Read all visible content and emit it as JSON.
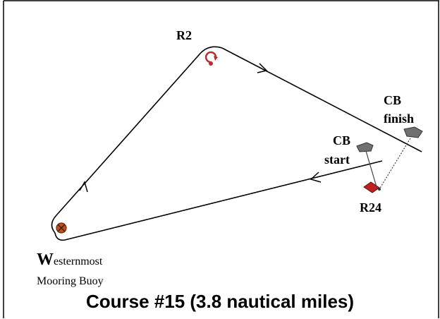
{
  "marks": {
    "r2": "R2",
    "r24": "R24",
    "cb_finish_line1": "CB",
    "cb_finish_line2": "finish",
    "cb_start_line1": "CB",
    "cb_start_line2": "start",
    "westernmost_initial": "W",
    "westernmost_rest": "esternmost",
    "mooring_buoy": "Mooring Buoy"
  },
  "caption": "Course #15 (3.8 nautical miles)",
  "colors": {
    "frame": "#000000",
    "course_line": "#000000",
    "westernmost_buoy": "#c0501f",
    "r2_buoy": "#b03030",
    "r24_buoy": "#c02020",
    "committee_boat": "#707070"
  },
  "icons": {
    "westernmost_buoy": "crossed-circle-buoy-icon",
    "r2_buoy": "rotation-arrow-buoy-icon",
    "r24_buoy": "diamond-buoy-icon",
    "committee_boat": "boat-icon"
  }
}
